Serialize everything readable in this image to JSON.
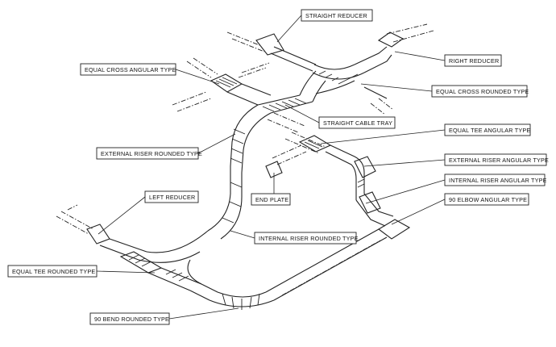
{
  "labels": {
    "straight_reducer": "STRAIGHT REDUCER",
    "right_reducer": "RIGHT REDUCER",
    "equal_cross_angular_type": "EQUAL CROSS ANGULAR TYPE",
    "equal_cross_rounded_type": "EQUAL CROSS ROUNDED TYPE",
    "straight_cable_tray": "STRAIGHT CABLE TRAY",
    "equal_tee_angular_type": "EQUAL TEE ANGULAR TYPE",
    "external_riser_rounded_type": "EXTERNAL RISER ROUNDED TYPE",
    "external_riser_angular_type": "EXTERNAL RISER ANGULAR TYPE",
    "internal_riser_angular_type": "INTERNAL RISER ANGULAR TYPE",
    "end_plate": "END PLATE",
    "left_reducer": "LEFT REDUCER",
    "elbow_angular_type": "90  ELBOW ANGULAR TYPE",
    "internal_riser_rounded_type": "INTERNAL RISER ROUNDED TYPE",
    "equal_tee_rounded_type": "EQUAL TEE ROUNDED TYPE",
    "bend_rounded_type": "90  BEND ROUNDED TYPE"
  }
}
